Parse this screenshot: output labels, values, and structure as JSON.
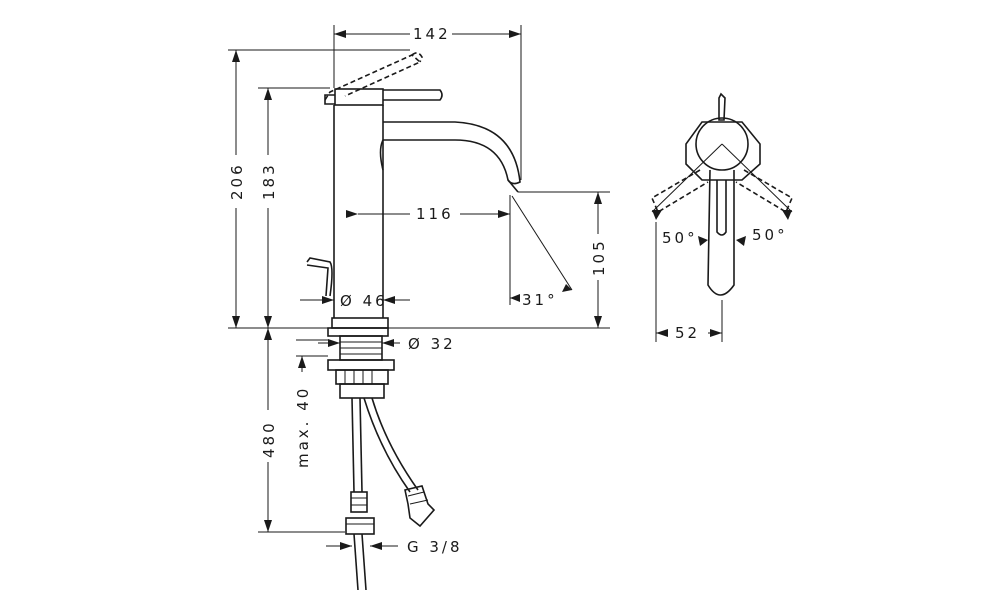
{
  "dimensions": {
    "width_142": "142",
    "height_206": "206",
    "height_183": "183",
    "reach_116": "116",
    "height_105": "105",
    "angle_31": "31°",
    "diameter_46": "Ø 46",
    "diameter_32": "Ø 32",
    "max_40": "max. 40",
    "length_480": "480",
    "thread": "G 3/8",
    "angle_50_left": "50°",
    "angle_50_right": "50°",
    "width_52": "52"
  }
}
